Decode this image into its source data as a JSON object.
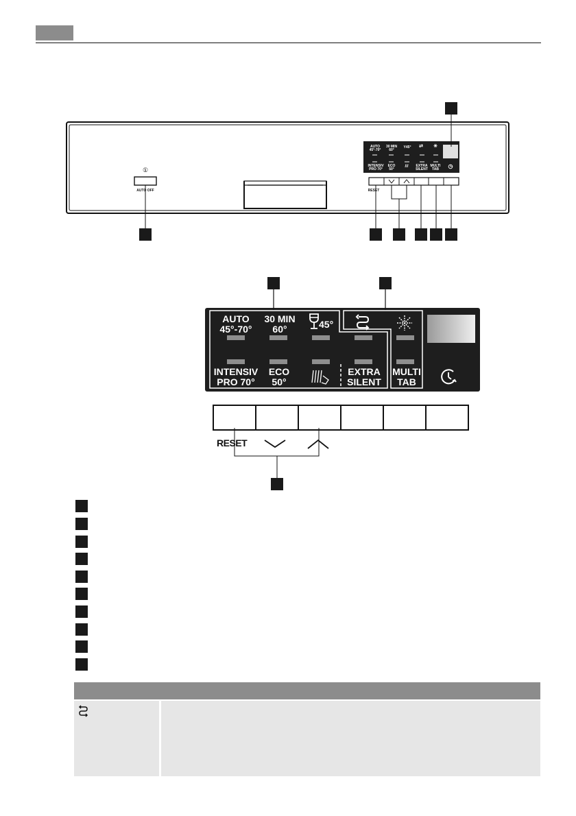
{
  "panel_small": {
    "power_symbol": "①",
    "auto_off_label": "AUTO OFF",
    "reset_label": "RESET",
    "programs": [
      {
        "line1": "AUTO",
        "line2": "45°-70°"
      },
      {
        "line1": "30 MIN",
        "line2": "60°"
      },
      {
        "line1": "45°",
        "line2": ""
      },
      {
        "line1": "INTENSIV",
        "line2": "PRO 70°"
      },
      {
        "line1": "ECO",
        "line2": "50°"
      },
      {
        "line1": "EXTRA",
        "line2": "SILENT"
      },
      {
        "line1": "MULTI",
        "line2": "TAB"
      }
    ]
  },
  "panel_large": {
    "auto_line1": "AUTO",
    "auto_line2": "45°-70°",
    "min30_line1": "30 MIN",
    "min30_line2": "60°",
    "glass_temp": "45°",
    "intensiv_line1": "INTENSIV",
    "intensiv_line2": "PRO 70°",
    "eco_line1": "ECO",
    "eco_line2": "50°",
    "extra_line1": "EXTRA",
    "extra_line2": "SILENT",
    "multi_line1": "MULTI",
    "multi_line2": "TAB",
    "reset_label": "RESET"
  },
  "icons": {
    "glass": "wine-glass-icon",
    "rinse": "rinse-icon",
    "rinse_aid": "rinse-aid-icon",
    "salt": "salt-icon",
    "delay": "delay-start-icon",
    "table_symbol": "rinse-aid-icon"
  },
  "colors": {
    "panel": "#1e1e1e",
    "led": "#8e8e8e",
    "table_header": "#8c8c8c",
    "table_body": "#e6e6e6"
  }
}
